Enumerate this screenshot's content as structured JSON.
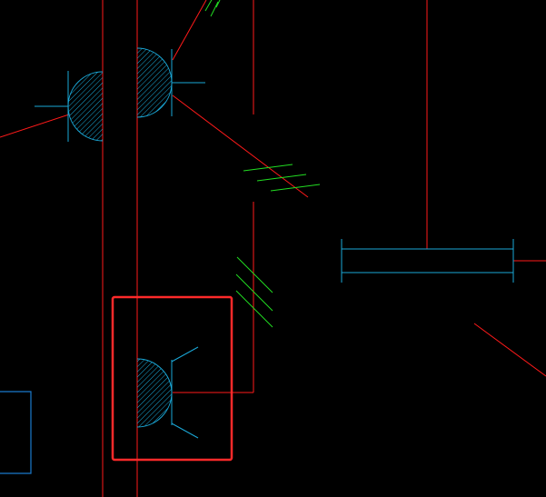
{
  "drawing": {
    "background": "#000000",
    "colors": {
      "wire": "#ff1a1a",
      "symbol": "#1aa7d6",
      "hatch_marks": "#22dd22",
      "frame": "#1a7acd",
      "selection": "#ff2a2a"
    },
    "symbols": [
      {
        "name": "half-dome-symbol-left",
        "shape": "half-dome with hatch"
      },
      {
        "name": "half-dome-symbol-top",
        "shape": "half-dome with hatch"
      },
      {
        "name": "half-dome-symbol-selected",
        "shape": "half-dome with hatch, angled leads"
      }
    ],
    "connector_bar": {
      "shape": "horizontal double-line bar"
    },
    "selection_box": {
      "selected": true
    },
    "partial_frame": {
      "shape": "rectangle fragment"
    }
  }
}
